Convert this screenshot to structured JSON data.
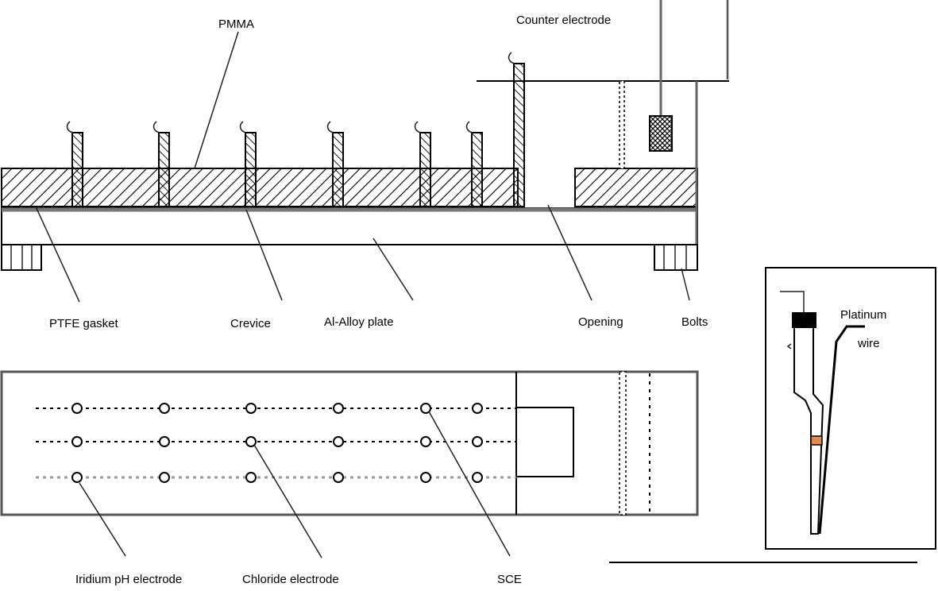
{
  "figure": {
    "side_view": {
      "labels": {
        "pmma": "PMMA",
        "counter_electrode": "Counter electrode",
        "ptfe_gasket": "PTFE gasket",
        "crevice": "Crevice",
        "al_alloy_plate": "Al-Alloy plate",
        "opening": "Opening",
        "bolts": "Bolts"
      }
    },
    "top_view": {
      "labels": {
        "iridium_ph_electrode": "Iridium pH electrode",
        "chloride_electrode": "Chloride electrode",
        "sce": "SCE"
      },
      "electrode_rows": 3,
      "electrodes_per_row": 6
    },
    "inset": {
      "labels": {
        "platinum": "Platinum",
        "wire": "wire"
      },
      "junction_color": "#e08a50"
    }
  }
}
